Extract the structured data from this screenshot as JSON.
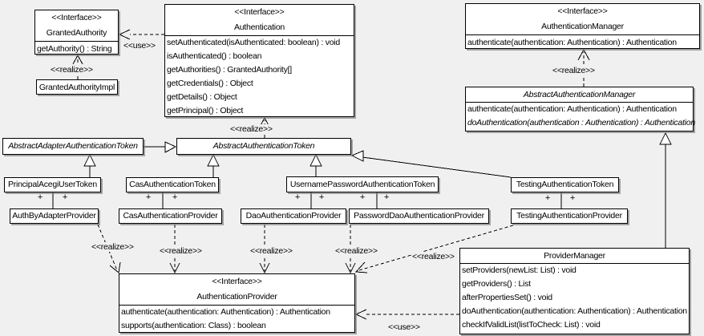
{
  "diagram": {
    "background": "#f0f0f0",
    "box_fill": "#ffffff",
    "line_color": "#000000",
    "shadow_color": "#787878"
  },
  "labels": {
    "use": "<<use>>",
    "realize": "<<realize>>",
    "plus": "+"
  },
  "classes": {
    "granted_authority": {
      "stereotype": "<<Interface>>",
      "name": "GrantedAuthority",
      "methods": [
        "getAuthority() : String"
      ]
    },
    "granted_authority_impl": {
      "name": "GrantedAuthorityImpl"
    },
    "authentication": {
      "stereotype": "<<Interface>>",
      "name": "Authentication",
      "methods": [
        "setAuthenticated(isAuthenticated: boolean) : void",
        "isAuthenticated() : boolean",
        "getAuthorities() : GrantedAuthority[]",
        "getCredentials() : Object",
        "getDetails() : Object",
        "getPrincipal() : Object"
      ]
    },
    "authentication_manager": {
      "stereotype": "<<Interface>>",
      "name": "AuthenticationManager",
      "methods": [
        "authenticate(authentication: Authentication) : Authentication"
      ]
    },
    "abstract_authentication_manager": {
      "name": "AbstractAuthenticationManager",
      "methods": [
        "authenticate(authentication: Authentication) : Authentication",
        "doAuthentication(authentication : Authentication) : Authentication"
      ]
    },
    "abstract_adapter_authentication_token": {
      "name": "AbstractAdapterAuthenticationToken"
    },
    "abstract_authentication_token": {
      "name": "AbstractAuthenticationToken"
    },
    "principal_acegi_user_token": {
      "name": "PrincipalAcegiUserToken"
    },
    "cas_authentication_token": {
      "name": "CasAuthenticationToken"
    },
    "username_password_authentication_token": {
      "name": "UsernamePasswordAuthenticationToken"
    },
    "testing_authentication_token": {
      "name": "TestingAuthenticationToken"
    },
    "auth_by_adapter_provider": {
      "name": "AuthByAdapterProvider"
    },
    "cas_authentication_provider": {
      "name": "CasAuthenticationProvider"
    },
    "dao_authentication_provider": {
      "name": "DaoAuthenticationProvider"
    },
    "password_dao_authentication_provider": {
      "name": "PasswordDaoAuthenticationProvider"
    },
    "testing_authentication_provider": {
      "name": "TestingAuthenticationProvider"
    },
    "authentication_provider": {
      "stereotype": "<<Interface>>",
      "name": "AuthenticationProvider",
      "methods": [
        "authenticate(authentication: Authentication) : Authentication",
        "supports(authentication: Class) : boolean"
      ]
    },
    "provider_manager": {
      "name": "ProviderManager",
      "methods": [
        "setProviders(newList: List) : void",
        "getProviders() : List",
        "afterPropertiesSet() : void",
        "doAuthentication(authentication: Authentication) : Authentication",
        "checkIfValidList(listToCheck: List) : void"
      ]
    }
  }
}
